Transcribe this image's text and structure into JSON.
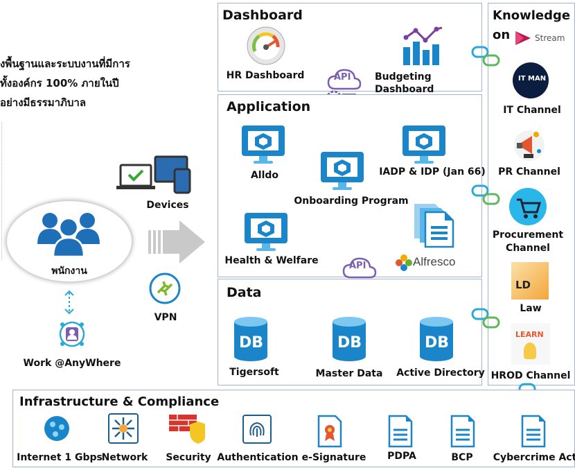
{
  "intro_text": [
    "งพื้นฐานและระบบงานที่มีการ",
    "ทั้งองค์กร 100% ภายในปี",
    "อย่างมีธรรมาภิบาล"
  ],
  "user_group": {
    "label": "พนักงาน",
    "color": "#1e6fb8"
  },
  "devices_label": "Devices",
  "vpn_label": "VPN",
  "work_anywhere_label": "Work @AnyWhere",
  "dashboard": {
    "title": "Dashboard",
    "items": [
      {
        "label": "HR Dashboard",
        "icon": "gauge-icon"
      },
      {
        "label": "Budgeting\nDashboard",
        "icon": "bar-line-chart-icon"
      }
    ]
  },
  "api_label": "API",
  "application": {
    "title": "Application",
    "items": [
      {
        "label": "Alldo"
      },
      {
        "label": "Onboarding Program"
      },
      {
        "label": "IADP & IDP (Jan 66)"
      },
      {
        "label": "Health & Welfare"
      },
      {
        "label": "Alfresco"
      }
    ]
  },
  "data": {
    "title": "Data",
    "db_text": "DB",
    "items": [
      {
        "label": "Tigersoft"
      },
      {
        "label": "Master Data"
      },
      {
        "label": "Active Directory"
      }
    ]
  },
  "knowledge": {
    "title_line1": "Knowledge",
    "title_on": "on",
    "stream_label": "Stream",
    "it_logo": "IT MAN",
    "ld_logo": "LD",
    "learn_logo": "LEARN",
    "channels": [
      {
        "label": "IT Channel"
      },
      {
        "label": "PR Channel"
      },
      {
        "label": "Procurement\nChannel"
      },
      {
        "label": "Law"
      },
      {
        "label": "HROD Channel"
      }
    ]
  },
  "infrastructure": {
    "title": "Infrastructure & Compliance",
    "items": [
      {
        "label": "Internet 1 Gbps"
      },
      {
        "label": "Network"
      },
      {
        "label": "Security"
      },
      {
        "label": "Authentication"
      },
      {
        "label": "e-Signature"
      },
      {
        "label": "PDPA"
      },
      {
        "label": "BCP"
      },
      {
        "label": "Cybercrime Act"
      }
    ]
  },
  "colors": {
    "azure": "#1a86c9",
    "azure_light": "#58b7e8",
    "border": "#9db3d8",
    "link_green": "#5cb85c",
    "link_blue": "#2aa8d8"
  }
}
